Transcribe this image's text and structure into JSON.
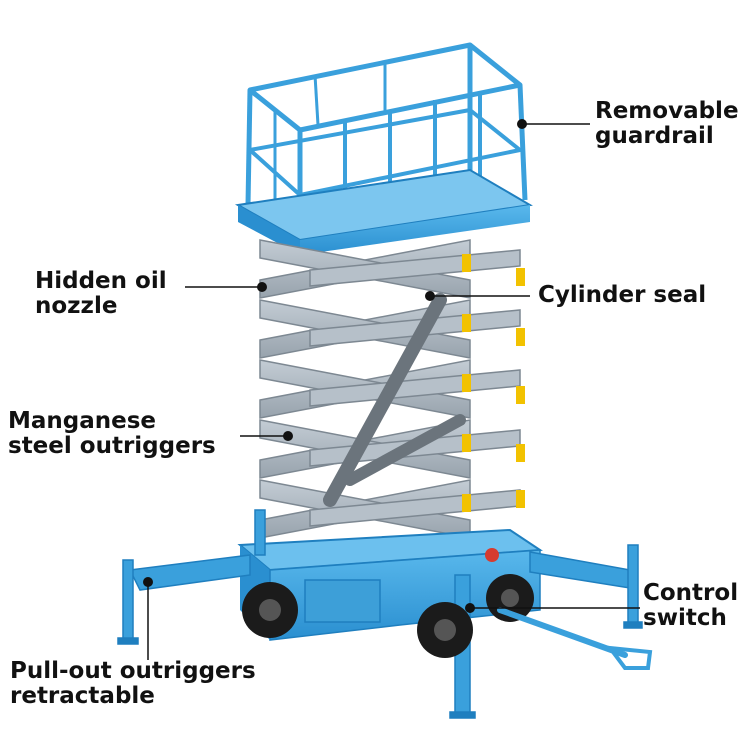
{
  "labels": {
    "guardrail": [
      "Removable",
      "guardrail"
    ],
    "oil_nozzle": [
      "Hidden oil",
      "nozzle"
    ],
    "cylinder_seal": [
      "Cylinder seal"
    ],
    "manganese": [
      "Manganese",
      "steel outriggers"
    ],
    "control_switch": [
      "Control",
      "switch"
    ],
    "pullout": [
      "Pull-out outriggers",
      "retractable"
    ]
  },
  "colors": {
    "frame_blue": "#3aa0dc",
    "frame_blue_dark": "#1f7fbf",
    "scissor_gray": "#a9b3bd",
    "scissor_dark": "#7d8892",
    "cylinder_yellow": "#f2c200",
    "tire_black": "#1b1b1b",
    "leader_line": "#111111"
  }
}
